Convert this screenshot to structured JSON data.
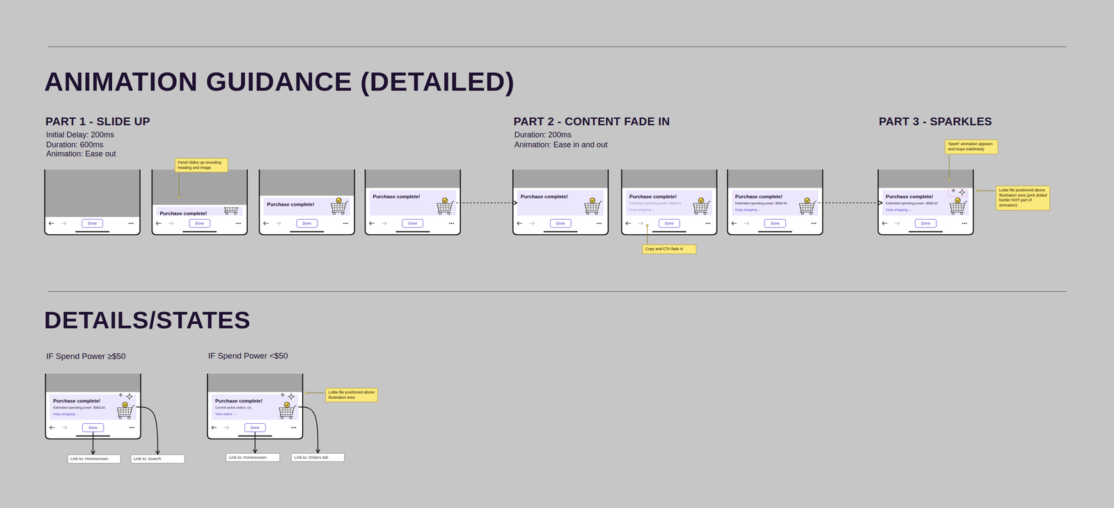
{
  "diagram": {
    "title": "ANIMATION GUIDANCE (DETAILED)",
    "nodes": [
      {
        "text": [
          "Done"
        ]
      },
      {
        "text": [
          "Purchase complete!"
        ]
      },
      {
        "text": [
          "Done"
        ]
      },
      {
        "text": [
          "Panel slides up revealing heading and image"
        ]
      },
      {
        "text": [
          "Purchase complete!"
        ]
      },
      {
        "text": [
          "Done"
        ]
      },
      {
        "text": [
          "Purchase complete!"
        ]
      },
      {
        "text": [
          "Done"
        ]
      },
      {
        "text": [
          "Purchase complete!"
        ]
      },
      {
        "text": [
          "Done"
        ]
      },
      {
        "text": [
          "Purchase complete!",
          "Estimated spending power: $568.00",
          "Keep shopping →"
        ]
      },
      {
        "text": [
          "Done"
        ]
      },
      {
        "text": [
          "Copy and CTA fade in"
        ]
      },
      {
        "text": [
          "Purchase complete!",
          "Estimated spending power: $568.00",
          "Keep shopping →"
        ]
      },
      {
        "text": [
          "Done"
        ]
      },
      {
        "text": [
          "'Spark' animation appears and loops indefinitely"
        ]
      },
      {
        "text": [
          "Purchase complete!",
          "Estimated spending power: $568.00",
          "Keep shopping →"
        ]
      },
      {
        "text": [
          "Done"
        ]
      },
      {
        "text": [
          "Lottie file positioned above illustration area (pink dotted border NOT part of animation)"
        ]
      },
      {
        "text": [
          "Purchase complete!",
          "Estimated spending power: $568.00",
          "Keep shopping →"
        ]
      },
      {
        "text": [
          "Done"
        ]
      },
      {
        "text": [
          "Link to: Homescreen"
        ]
      },
      {
        "text": [
          "Link to: Search"
        ]
      },
      {
        "text": [
          "Purchase complete!",
          "Current active orders: (x)",
          "View orders →"
        ]
      },
      {
        "text": [
          "Done"
        ]
      },
      {
        "text": [
          "Lottie file positioned above illustration area"
        ]
      },
      {
        "text": [
          "Link to: Homescreen"
        ]
      },
      {
        "text": [
          "Link to: Orders tab"
        ]
      }
    ],
    "edges": [
      {
        "from": 6,
        "to": 8,
        "arrow": "to"
      },
      {
        "from": 13,
        "to": 16,
        "arrow": "to"
      },
      {
        "from": 20,
        "to": 21,
        "arrow": "to"
      },
      {
        "from": 19,
        "to": 22,
        "arrow": "to"
      },
      {
        "from": 24,
        "to": 26,
        "arrow": "to"
      },
      {
        "from": 23,
        "to": 27,
        "arrow": "to"
      }
    ],
    "labels": [
      "PART 1 - SLIDE UP",
      "Initial Delay: 200ms",
      "Duration: 600ms",
      "Animation: Ease out",
      "PART 2 - CONTENT FADE IN",
      "Duration: 200ms",
      "Animation: Ease in and out",
      "PART 3 - SPARKLES",
      "DETAILS/STATES",
      "IF Spend Power ≥$50",
      "IF Spend Power <$50"
    ]
  }
}
